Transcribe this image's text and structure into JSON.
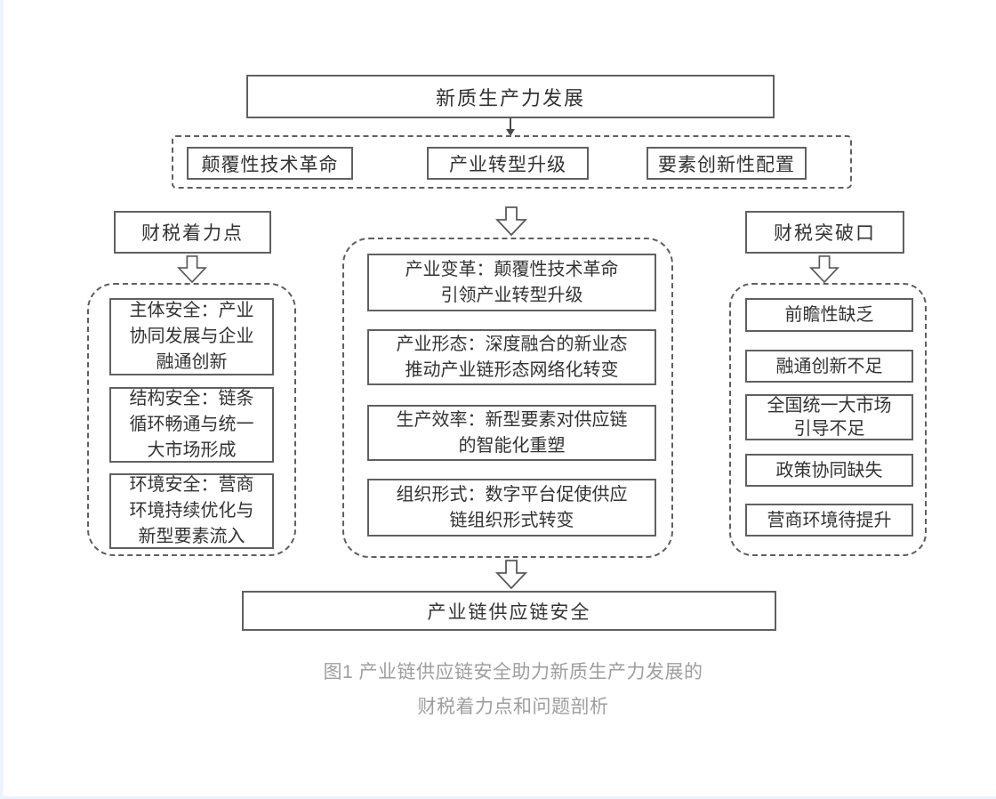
{
  "figure": {
    "root_box": "新质生产力发展",
    "drivers": [
      "颠覆性技术革命",
      "产业转型升级",
      "要素创新性配置"
    ],
    "left_column": {
      "header": "财税着力点",
      "items": [
        [
          "主体安全：产业",
          "协同发展与企业",
          "融通创新"
        ],
        [
          "结构安全：链条",
          "循环畅通与统一",
          "大市场形成"
        ],
        [
          "环境安全：营商",
          "环境持续优化与",
          "新型要素流入"
        ]
      ]
    },
    "center_column": {
      "items": [
        [
          "产业变革：颠覆性技术革命",
          "引领产业转型升级"
        ],
        [
          "产业形态：深度融合的新业态",
          "推动产业链形态网络化转变"
        ],
        [
          "生产效率：新型要素对供应链",
          "的智能化重塑"
        ],
        [
          "组织形式：数字平台促使供应",
          "链组织形式转变"
        ]
      ]
    },
    "right_column": {
      "header": "财税突破口",
      "items": [
        "前瞻性缺乏",
        "融通创新不足",
        [
          "全国统一大市场",
          "引导不足"
        ],
        "政策协同缺失",
        "营商环境待提升"
      ]
    },
    "result_box": "产业链供应链安全",
    "caption": {
      "line1": "图1 产业链供应链安全助力新质生产力发展的",
      "line2": "财税着力点和问题剖析"
    }
  },
  "colors": {
    "box_border": "#606060",
    "dashed_border": "#5f5f5f",
    "text": "#333333",
    "caption_text": "#9e9e9e",
    "background": "#ffffff",
    "edge_strip": "#edf4fe"
  }
}
